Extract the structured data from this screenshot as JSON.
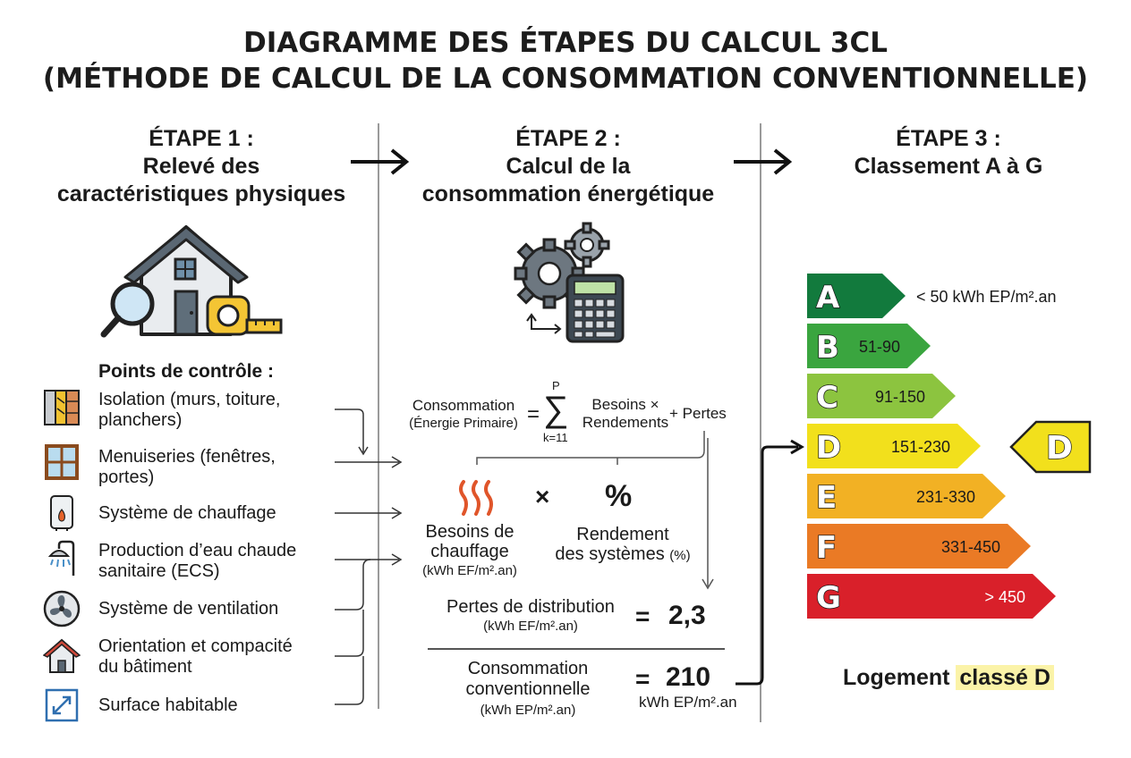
{
  "header": {
    "title_line1": "DIAGRAMME DES ÉTAPES DU CALCUL 3CL",
    "title_line2": "(MÉTHODE DE CALCUL DE LA CONSOMMATION CONVENTIONNELLE)"
  },
  "step1": {
    "heading_line1": "ÉTAPE 1 :",
    "heading_line2": "Relevé des",
    "heading_line3": "caractéristiques physiques",
    "checkpoints_title": "Points de contrôle :",
    "items": [
      {
        "line1": "Isolation (murs, toiture,",
        "line2": "planchers)",
        "icon": "insulation-icon"
      },
      {
        "line1": "Menuiseries (fenêtres,",
        "line2": "portes)",
        "icon": "window-icon"
      },
      {
        "line1": "Système de chauffage",
        "line2": "",
        "icon": "boiler-icon"
      },
      {
        "line1": "Production d’eau chaude",
        "line2": "sanitaire (ECS)",
        "icon": "shower-icon"
      },
      {
        "line1": "Système de ventilation",
        "line2": "",
        "icon": "fan-icon"
      },
      {
        "line1": "Orientation et compacité",
        "line2": "du bâtiment",
        "icon": "house-small-icon"
      },
      {
        "line1": "Surface habitable",
        "line2": "",
        "icon": "area-icon"
      }
    ]
  },
  "step2": {
    "heading_line1": "ÉTAPE 2 :",
    "heading_line2": "Calcul de la",
    "heading_line3": "consommation énergétique",
    "formula": {
      "lhs_line1": "Consommation",
      "lhs_line2": "(Énergie Primaire)",
      "equals": "=",
      "sigma": "∑",
      "sigma_top": "P",
      "sigma_bottom": "k=11",
      "term_line1": "Besoins ×",
      "term_line2": "Rendements",
      "plus": "+ Pertes"
    },
    "needs": {
      "line1": "Besoins de",
      "line2": "chauffage",
      "unit": "(kWh EF/m².an)"
    },
    "times": "×",
    "percent": "%",
    "efficiency": {
      "line1": "Rendement",
      "line2": "des systèmes",
      "unit": "(%)"
    },
    "losses": {
      "label": "Pertes de distribution",
      "unit": "(kWh EF/m².an)",
      "equals": "=",
      "value": "2,3"
    },
    "result": {
      "line1": "Consommation",
      "line2": "conventionnelle",
      "unit": "(kWh EP/m².an)",
      "equals": "=",
      "value": "210",
      "value_unit": "kWh EP/m².an"
    }
  },
  "step3": {
    "heading_line1": "ÉTAPE 3 :",
    "heading_line2": "Classement A à G",
    "classes": [
      {
        "letter": "A",
        "range": "< 50 kWh EP/m².an",
        "color": "#127a3d"
      },
      {
        "letter": "B",
        "range": "51-90",
        "color": "#3aa53f"
      },
      {
        "letter": "C",
        "range": "91-150",
        "color": "#8cc43f"
      },
      {
        "letter": "D",
        "range": "151-230",
        "color": "#f2e01c"
      },
      {
        "letter": "E",
        "range": "231-330",
        "color": "#f2b124"
      },
      {
        "letter": "F",
        "range": "331-450",
        "color": "#ea7a25"
      },
      {
        "letter": "G",
        "range": "> 450",
        "color": "#d9202a"
      }
    ],
    "selected": "D",
    "result_prefix": "Logement",
    "result_highlight": "classé D"
  }
}
